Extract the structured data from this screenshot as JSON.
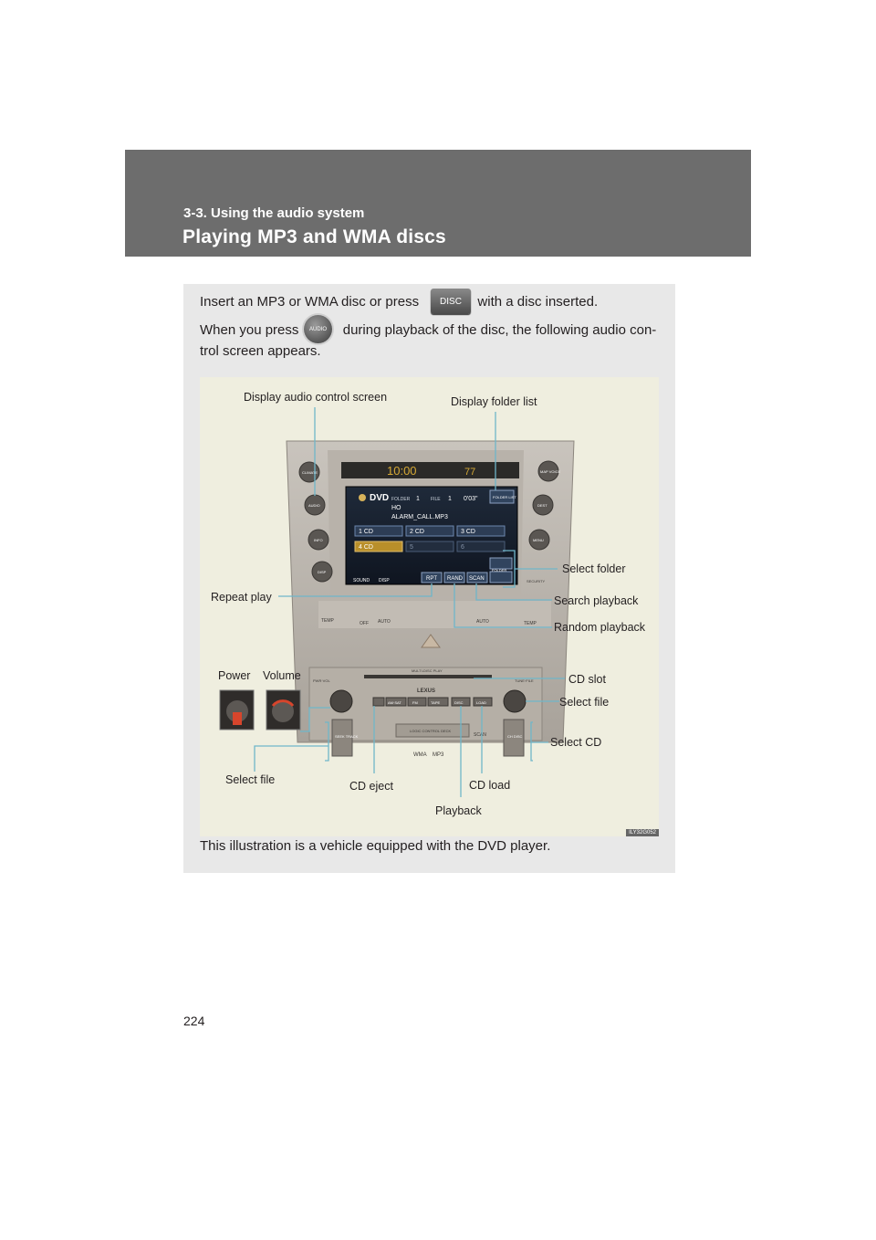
{
  "header": {
    "section": "3-3. Using the audio system",
    "title": "Playing MP3 and WMA discs"
  },
  "intro": {
    "line1_before": "Insert an MP3 or WMA disc or press",
    "line1_after": "with a disc inserted.",
    "line2_before": "When you press",
    "line2_after": "during playback of the disc, the following audio con-",
    "line3": "trol screen appears.",
    "disc_button": "DISC",
    "audio_button": "AUDIO"
  },
  "callouts": {
    "display_audio": "Display audio control screen",
    "display_folder": "Display folder list",
    "select_folder": "Select folder",
    "repeat_play": "Repeat play",
    "search_playback": "Search playback",
    "random_playback": "Random playback",
    "power": "Power",
    "volume": "Volume",
    "cd_slot": "CD slot",
    "select_file_right": "Select file",
    "select_cd": "Select CD",
    "select_file_left": "Select file",
    "cd_eject": "CD eject",
    "cd_load": "CD load",
    "playback": "Playback"
  },
  "screen": {
    "clock": "10:00",
    "temp": "77",
    "dvd": "DVD",
    "folder_label": "FOLDER",
    "folder_num": "1",
    "file_label": "FILE",
    "file_num": "1",
    "time": "0'03\"",
    "folder_name": "HO",
    "file_name": "ALARM_CALL.MP3",
    "folder_list_btn": "FOLDER LIST",
    "discs": [
      "1 CD",
      "2 CD",
      "3 CD",
      "4 CD",
      "5",
      "6"
    ],
    "sound": "SOUND",
    "disp": "DISP",
    "rpt": "RPT",
    "rand": "RAND",
    "scan": "SCAN",
    "folder": "FOLDER"
  },
  "console": {
    "left_buttons": [
      "CLIMATE",
      "AUDIO",
      "INFO",
      "DISP"
    ],
    "right_buttons": [
      "MAP VOICE",
      "DEST",
      "MENU"
    ],
    "security": "SECURITY",
    "temp_left": "TEMP",
    "temp_right": "TEMP",
    "auto_left": "AUTO",
    "auto_right": "AUTO",
    "off": "OFF",
    "pwr_vol": "PWR·VOL",
    "tune_file": "TUNE·FILE",
    "multi_disc": "MULTI-DISC  PLAY",
    "lexus": "LEXUS",
    "band_buttons": [
      "AM·SAT",
      "FM",
      "TAPE",
      "DISC",
      "LOAD"
    ],
    "seek_track": "SEEK TRACK",
    "scan": "SCAN",
    "ch_disc": "CH DISC",
    "wma": "WMA",
    "mp3": "MP3",
    "logic": "LOGIC CONTROL DECK"
  },
  "caption": "This illustration is a vehicle equipped with the DVD player.",
  "figure_code": "ILY32G052",
  "page_number": "224"
}
